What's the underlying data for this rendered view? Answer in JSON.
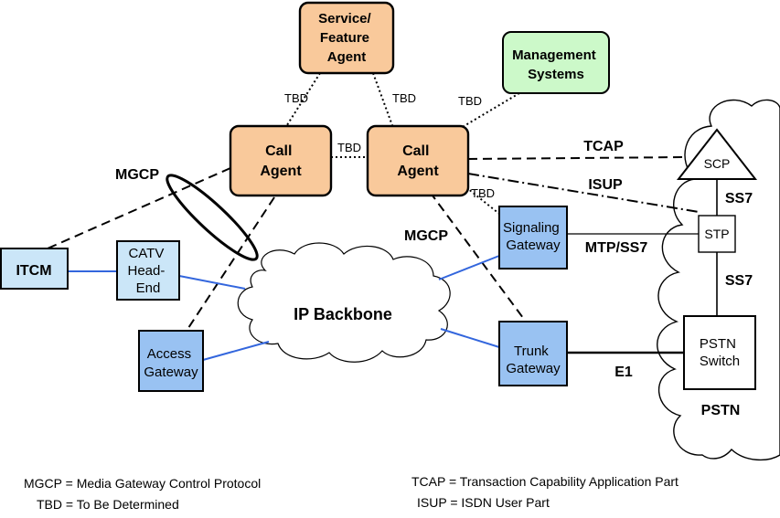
{
  "nodes": {
    "service_agent": [
      "Service/",
      "Feature",
      "Agent"
    ],
    "management": [
      "Management",
      "Systems"
    ],
    "call_agent_left": [
      "Call",
      "Agent"
    ],
    "call_agent_right": [
      "Call",
      "Agent"
    ],
    "itcm": "ITCM",
    "catv": [
      "CATV",
      "Head-",
      "End"
    ],
    "access_gateway": [
      "Access",
      "Gateway"
    ],
    "signaling_gateway": [
      "Signaling",
      "Gateway"
    ],
    "trunk_gateway": [
      "Trunk",
      "Gateway"
    ],
    "scp": "SCP",
    "stp": "STP",
    "pstn_switch": [
      "PSTN",
      "Switch"
    ],
    "ip_backbone": "IP Backbone",
    "pstn_cloud": "PSTN"
  },
  "links": {
    "tbd_service_left": "TBD",
    "tbd_service_right": "TBD",
    "tbd_management": "TBD",
    "tbd_between_agents": "TBD",
    "tbd_signaling": "TBD",
    "tcap": "TCAP",
    "isup": "ISUP",
    "mgcp_left": "MGCP",
    "mgcp_right": "MGCP",
    "mtp_ss7": "MTP/SS7",
    "ss7_upper": "SS7",
    "ss7_lower": "SS7",
    "e1": "E1"
  },
  "legend": {
    "mgcp": "MGCP = Media Gateway Control Protocol",
    "tbd": "TBD = To Be Determined",
    "tcap": "TCAP = Transaction Capability Application Part",
    "isup": "ISUP = ISDN User Part"
  },
  "colors": {
    "agent_fill": "#f9c99b",
    "gateway_fill": "#99c2f2",
    "light_fill": "#cbe6f8",
    "management_fill": "#ccf9c9",
    "blue_link": "#3366dd"
  }
}
